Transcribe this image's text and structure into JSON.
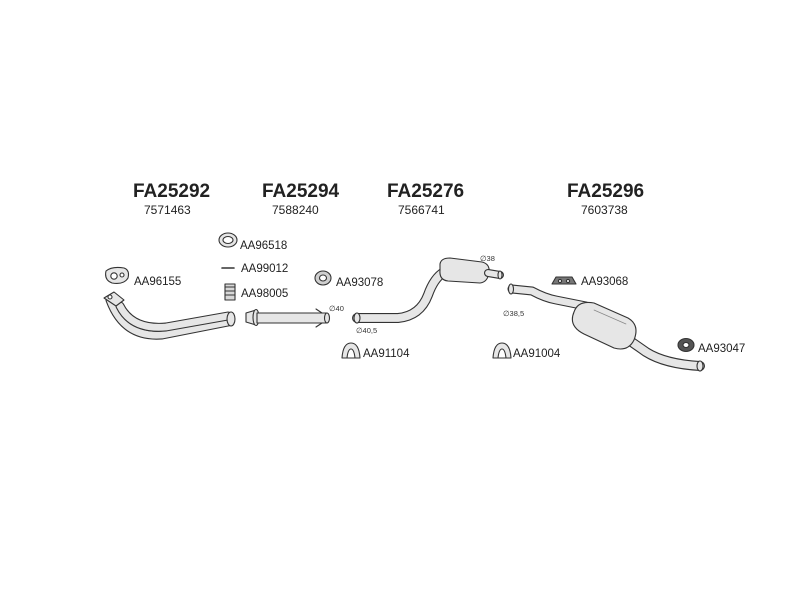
{
  "assemblies": [
    {
      "part": "FA25292",
      "oem": "7571463"
    },
    {
      "part": "FA25294",
      "oem": "7588240"
    },
    {
      "part": "FA25276",
      "oem": "7566741"
    },
    {
      "part": "FA25296",
      "oem": "7603738"
    }
  ],
  "components": {
    "aa96518": "AA96518",
    "aa99012": "AA99012",
    "aa98005": "AA98005",
    "aa96155": "AA96155",
    "aa93078": "AA93078",
    "aa91104": "AA91104",
    "aa91004": "AA91004",
    "aa93068": "AA93068",
    "aa93047": "AA93047"
  },
  "diameters": {
    "d40": "40",
    "d40_5": "40,5",
    "d38": "38",
    "d38_5": "38,5"
  },
  "diameter_symbol": "∅",
  "colors": {
    "text": "#222222",
    "pipe_fill": "#e6e6e6",
    "pipe_stroke": "#333333"
  }
}
